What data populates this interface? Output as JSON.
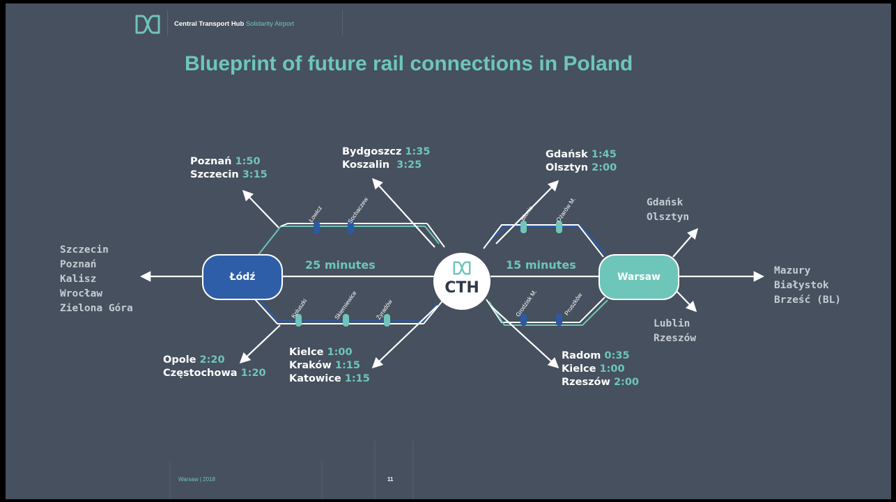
{
  "header": {
    "org_name": "Central Transport Hub",
    "org_suffix": "Solidarity Airport",
    "title": "Blueprint of future rail connections in Poland"
  },
  "footer": {
    "place_year": "Warsaw | 2018",
    "page": "11"
  },
  "hub": {
    "label": "CTH"
  },
  "nodes": {
    "lodz": "Łódź",
    "warsaw": "Warsaw"
  },
  "travel": {
    "lodz_cth": "25 minutes",
    "cth_warsaw": "15 minutes"
  },
  "stations": {
    "upper_left": [
      "Łowicz",
      "Sochaczew"
    ],
    "lower_left": [
      "Koluszki",
      "Skierniewice",
      "Żyradów"
    ],
    "upper_right": [
      "Błonie",
      "Ożarów M."
    ],
    "lower_right": [
      "Grodzisk M.",
      "Pruszków"
    ]
  },
  "destinations": {
    "poznan_group": [
      {
        "city": "Poznań",
        "time": "1:50"
      },
      {
        "city": "Szczecin",
        "time": "3:15"
      }
    ],
    "bydgoszcz_group": [
      {
        "city": "Bydgoszcz",
        "time": "1:35"
      },
      {
        "city": "Koszalin ",
        "time": "3:25"
      }
    ],
    "gdansk_group": [
      {
        "city": "Gdańsk",
        "time": "1:45"
      },
      {
        "city": "Olsztyn",
        "time": "2:00"
      }
    ],
    "opole_group": [
      {
        "city": "Opole",
        "time": "2:20"
      },
      {
        "city": "Częstochowa",
        "time": "1:20"
      }
    ],
    "kielce_group": [
      {
        "city": "Kielce",
        "time": "1:00"
      },
      {
        "city": "Kraków",
        "time": "1:15"
      },
      {
        "city": "Katowice",
        "time": "1:15"
      }
    ],
    "radom_group": [
      {
        "city": "Radom",
        "time": "0:35"
      },
      {
        "city": "Kielce",
        "time": "1:00"
      },
      {
        "city": "Rzeszów",
        "time": "2:00"
      }
    ]
  },
  "far_destinations": {
    "west": [
      "Szczecin",
      "Poznań",
      "Kalisz",
      "Wrocław",
      "Zielona Góra"
    ],
    "north_east": [
      "Gdańsk",
      "Olsztyn"
    ],
    "east": [
      "Mazury",
      "Białystok",
      "Brześć (BL)"
    ],
    "south_east": [
      "Lublin",
      "Rzeszów"
    ]
  },
  "colors": {
    "background": "#46505e",
    "accent_teal": "#6ec6bb",
    "lodz_blue": "#2f5ea8",
    "warsaw_teal": "#6ec6bb",
    "line_white": "#ffffff",
    "track_blue": "#2c5aa0"
  },
  "icons": {
    "logo": "cth-loop-logo-icon"
  }
}
